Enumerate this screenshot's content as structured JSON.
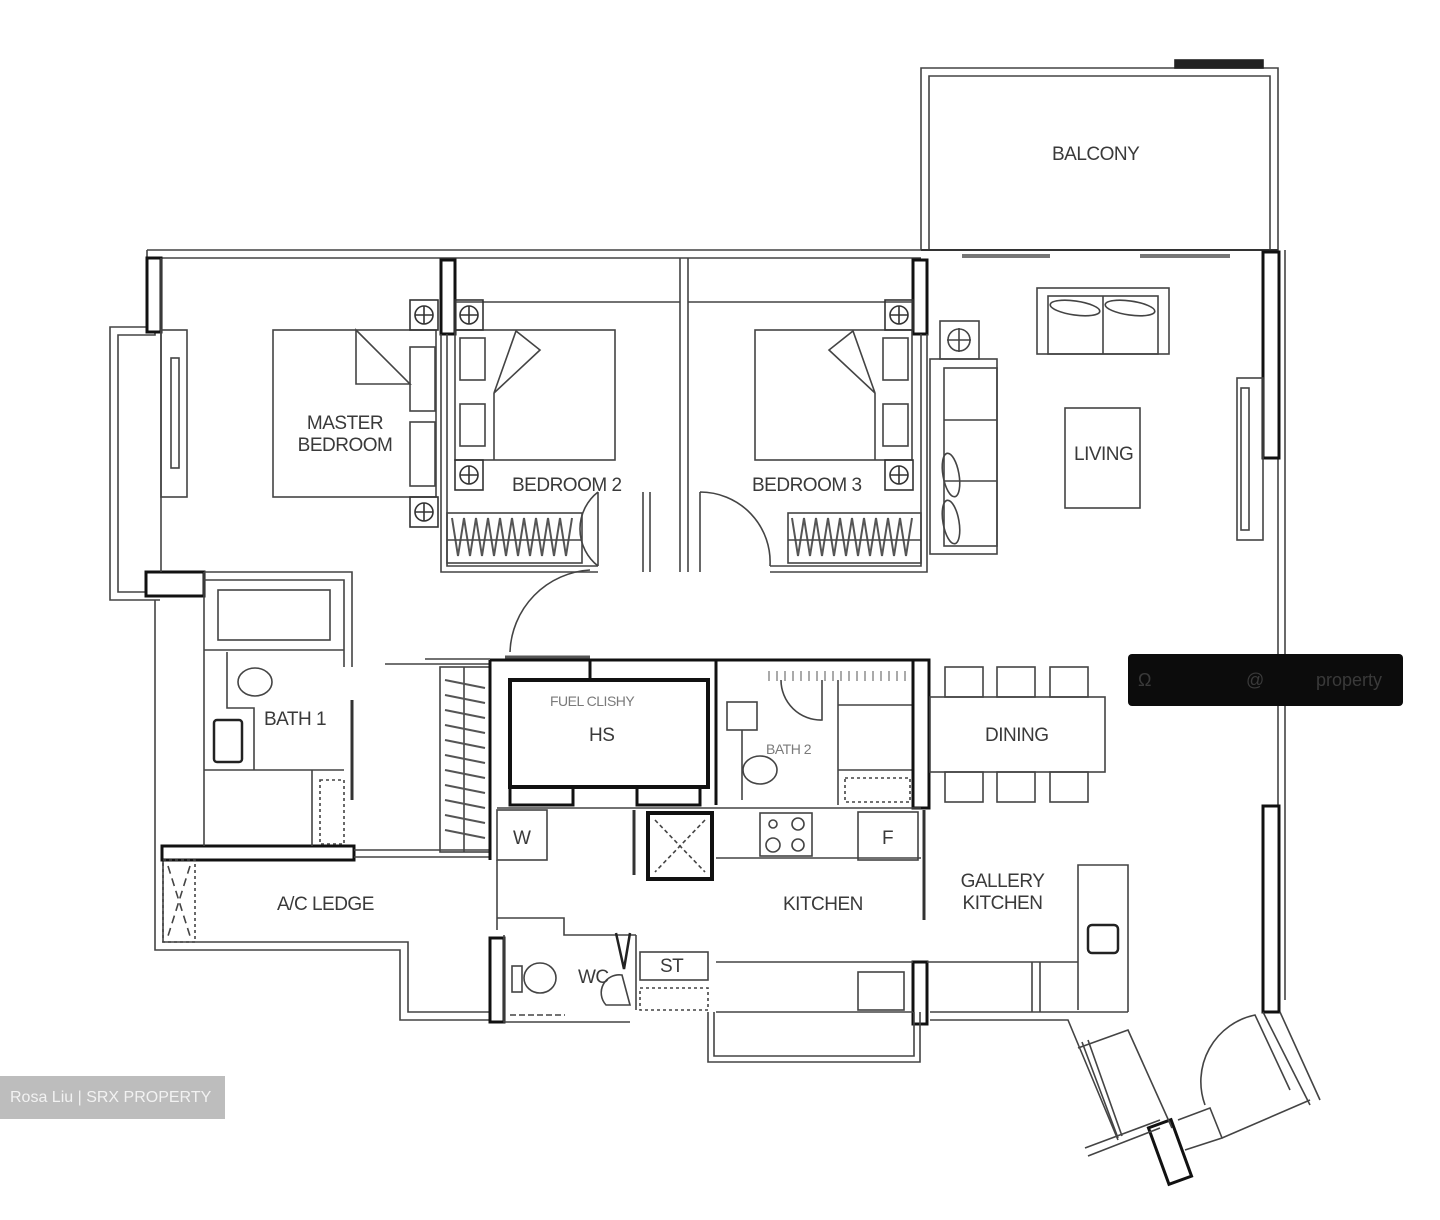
{
  "floor_plan": {
    "rooms": {
      "balcony": "BALCONY",
      "master_bedroom_line1": "MASTER",
      "master_bedroom_line2": "BEDROOM",
      "bedroom2": "BEDROOM 2",
      "bedroom3": "BEDROOM 3",
      "living": "LIVING",
      "bath1": "BATH 1",
      "household_shelter": "HS",
      "household_shelter_garbled": "FUEL CLISHY",
      "bath2_garbled": "BATH 2",
      "dining": "DINING",
      "ac_ledge": "A/C LEDGE",
      "kitchen": "KITCHEN",
      "gallery_kitchen_line1": "GALLERY",
      "gallery_kitchen_line2": "KITCHEN",
      "wc": "WC",
      "store": "ST",
      "washer": "W",
      "fridge": "F"
    },
    "overlay_badge": {
      "left_glyph": "Ω",
      "middle_glyph": "@",
      "right_text": "property"
    }
  },
  "watermark": {
    "text": "Rosa Liu | SRX PROPERTY"
  },
  "colors": {
    "line": "#1a1a1a",
    "thin_line": "#444444",
    "label": "#3a3a3a",
    "watermark_bg": "#bdbdbd",
    "watermark_text": "#f2f2f2"
  }
}
